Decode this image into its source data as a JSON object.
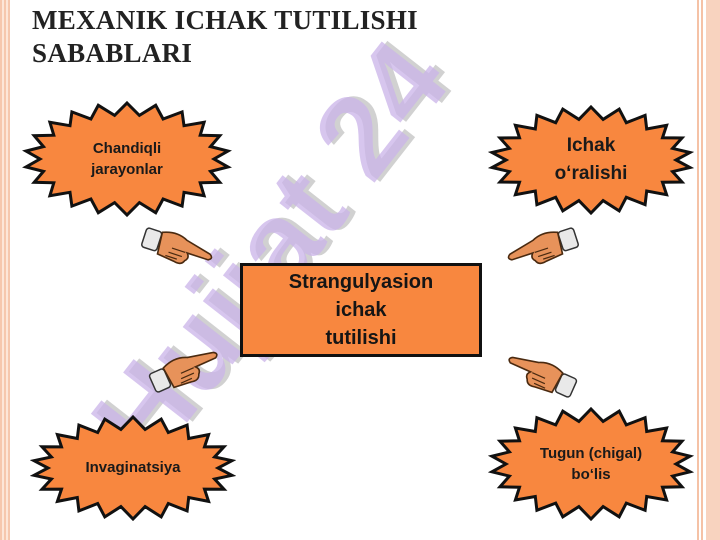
{
  "title": "MEXANIK ICHAK TUTILISHI SABABLARI",
  "watermark_text": "Hujjat 24",
  "center": "Strangulyasion\nichak\ntutilishi",
  "causes": {
    "top_left": "Chandiqli\njarayonlar",
    "top_right": "Ichak\no‘ralishi",
    "bottom_left": "Invaginatsiya",
    "bottom_right": "Tugun (chigal)\nbo‘lis"
  },
  "colors": {
    "burst_fill": "#f8873f",
    "burst_outline": "#111111",
    "watermark": "#c9b3e8",
    "watermark_shadow": "#9a9a9a"
  }
}
